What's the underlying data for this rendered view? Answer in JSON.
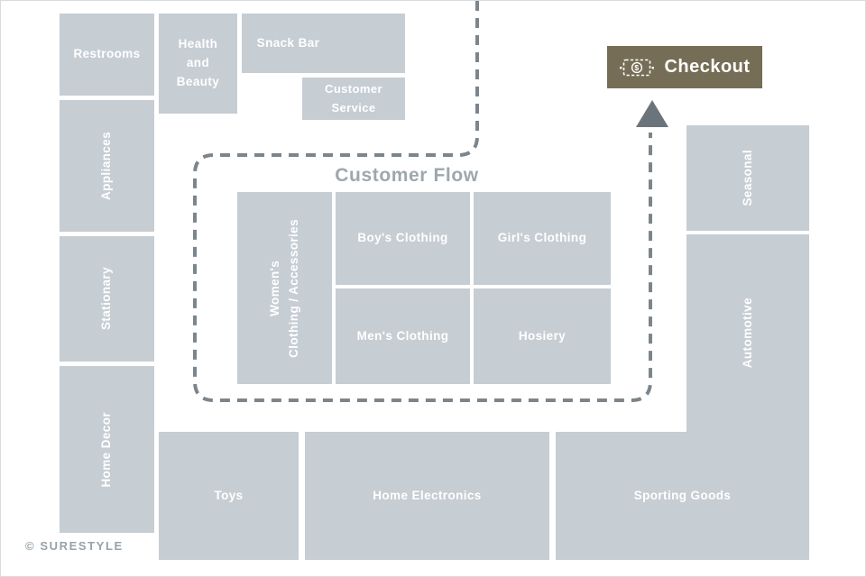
{
  "page": {
    "credit": "© SURESTYLE"
  },
  "flow": {
    "title": "Customer Flow"
  },
  "checkout": {
    "label": "Checkout",
    "icon": "cash-icon",
    "background": "#766d56"
  },
  "colors": {
    "department_fill": "#c6cdd3",
    "department_text": "#ffffff",
    "flow_dash": "#7c858b",
    "flow_title_text": "#9da7ae",
    "arrow": "#6c747b",
    "credit_text": "#97a1a8"
  },
  "departments": {
    "restrooms": {
      "label": "Restrooms"
    },
    "health_beauty": {
      "label": "Health\nand\nBeauty"
    },
    "snack_bar": {
      "label": "Snack Bar"
    },
    "customer_service": {
      "label": "Customer\nService"
    },
    "appliances": {
      "label": "Appliances"
    },
    "stationary": {
      "label": "Stationary"
    },
    "home_decor": {
      "label": "Home Decor"
    },
    "womens_clothing": {
      "label": "Women's\nClothing / Accessories"
    },
    "boys_clothing": {
      "label": "Boy's Clothing"
    },
    "girls_clothing": {
      "label": "Girl's Clothing"
    },
    "mens_clothing": {
      "label": "Men's Clothing"
    },
    "hosiery": {
      "label": "Hosiery"
    },
    "seasonal": {
      "label": "Seasonal"
    },
    "automotive": {
      "label": "Automotive"
    },
    "toys": {
      "label": "Toys"
    },
    "home_electronics": {
      "label": "Home Electronics"
    },
    "sporting_goods": {
      "label": "Sporting Goods"
    }
  }
}
